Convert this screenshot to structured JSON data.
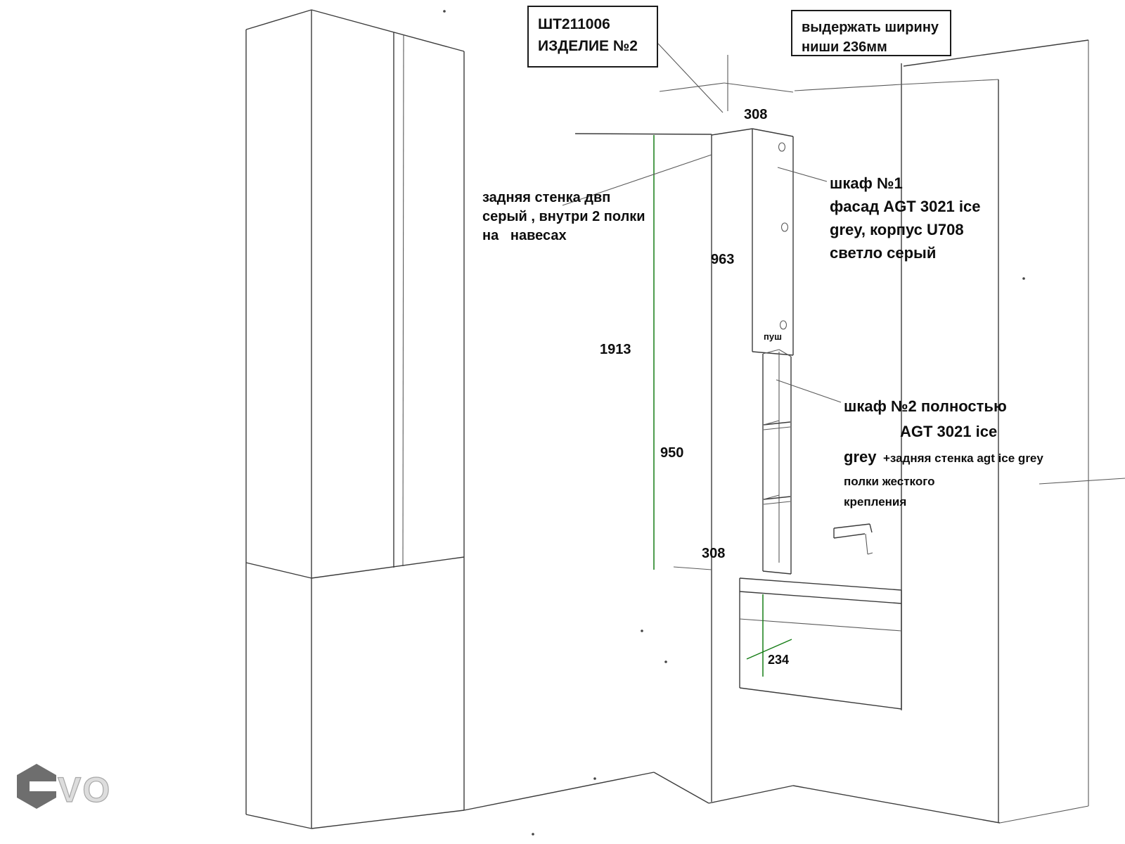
{
  "title_block": {
    "code": "ШТ211006",
    "product": "ИЗДЕЛИЕ №2"
  },
  "niche_note": {
    "line1": "выдержать ширину",
    "line2": "ниши 236мм"
  },
  "notes": {
    "back_wall": {
      "line1": "задняя стенка двп",
      "line2": "серый , внутри 2 полки",
      "line3": "на   навесах"
    },
    "cabinet1": {
      "line1": "шкаф №1",
      "line2": "фасад AGT 3021 ice",
      "line3": "grey, корпус U708",
      "line4": "светло серый"
    },
    "push": "пуш",
    "cabinet2": {
      "line1": "шкаф №2 полностью",
      "line2": "AGT 3021 ice",
      "line3_big": "grey",
      "line3_small": "+задняя стенка agt ice grey",
      "line4": "полки жесткого",
      "line5": "крепления"
    }
  },
  "dimensions": {
    "niche_width_top": "308",
    "upper_cabinet_height": "963",
    "total_height": "1913",
    "lower_cabinet_height": "950",
    "niche_width_bottom": "308",
    "vanity_depth": "234"
  },
  "logo": {
    "letters": "VO"
  },
  "colors": {
    "line": "#3c3c3c",
    "dimension_green": "#157d15"
  }
}
